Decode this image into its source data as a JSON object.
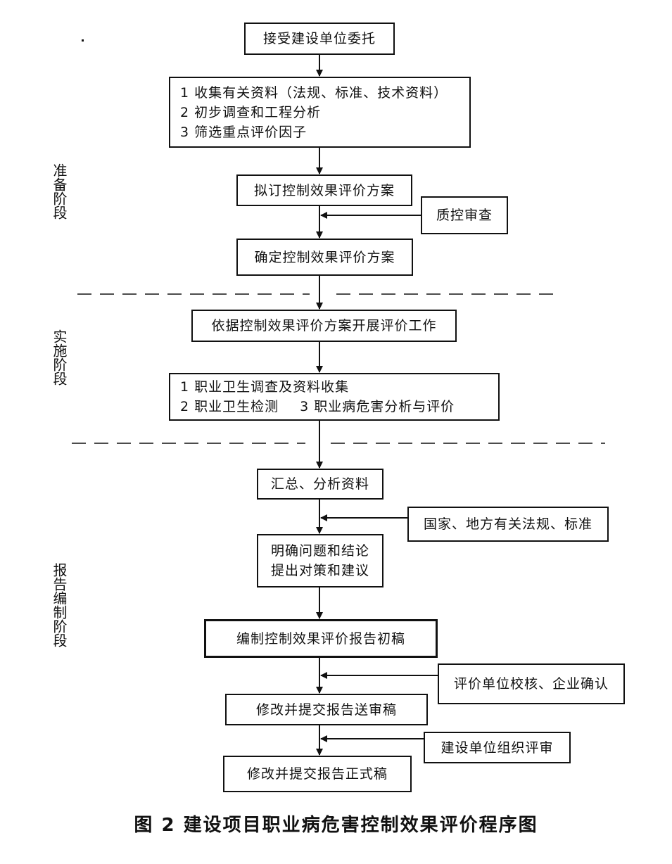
{
  "stages": {
    "prep": "准备阶段",
    "impl": "实施阶段",
    "report": "报告编制阶段"
  },
  "boxes": {
    "accept": "接受建设单位委托",
    "prep_step1": "1 收集有关资料（法规、标准、技术资料）",
    "prep_step2": "2 初步调查和工程分析",
    "prep_step3": "3 筛选重点评价因子",
    "draft_plan": "拟订控制效果评价方案",
    "qc_review": "质控审查",
    "confirm_plan": "确定控制效果评价方案",
    "conduct": "依据控制效果评价方案开展评价工作",
    "impl_step1": "1 职业卫生调查及资料收集",
    "impl_step2": "2 职业卫生检测",
    "impl_step3": "3 职业病危害分析与评价",
    "summarize": "汇总、分析资料",
    "regulations": "国家、地方有关法规、标准",
    "conclusion1": "明确问题和结论",
    "conclusion2": "提出对策和建议",
    "first_draft": "编制控制效果评价报告初稿",
    "verify": "评价单位校核、企业确认",
    "review_draft": "修改并提交报告送审稿",
    "organize_review": "建设单位组织评审",
    "final": "修改并提交报告正式稿"
  },
  "caption": "图 2  建设项目职业病危害控制效果评价程序图"
}
